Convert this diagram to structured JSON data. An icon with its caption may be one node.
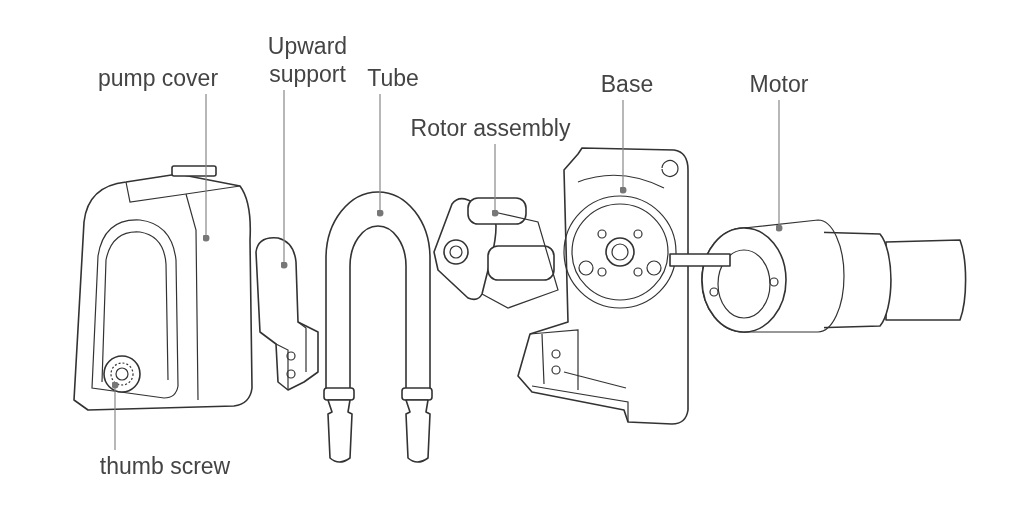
{
  "diagram": {
    "nodes": [
      {
        "text": [
          "pump cover"
        ]
      },
      {
        "text": [
          "Upward support"
        ]
      },
      {
        "text": [
          "Tube"
        ]
      },
      {
        "text": [
          "Rotor assembly"
        ]
      },
      {
        "text": [
          "Base"
        ]
      },
      {
        "text": [
          "Motor"
        ]
      },
      {
        "text": [
          "thumb screw"
        ]
      },
      {
        "text": [],
        "shape": "picture"
      },
      {
        "text": [],
        "shape": "picture"
      },
      {
        "text": [],
        "shape": "picture"
      },
      {
        "text": [],
        "shape": "picture"
      },
      {
        "text": [],
        "shape": "picture"
      },
      {
        "text": [],
        "shape": "picture"
      },
      {
        "text": [],
        "shape": "picture",
        "in": 7
      }
    ],
    "edges": [
      {
        "from": 0,
        "to": 7,
        "arrow": "other"
      },
      {
        "from": 1,
        "to": 8,
        "arrow": "other"
      },
      {
        "from": 2,
        "to": 9,
        "arrow": "other"
      },
      {
        "from": 3,
        "to": 10,
        "arrow": "other"
      },
      {
        "from": 4,
        "to": 11,
        "arrow": "other"
      },
      {
        "from": 5,
        "to": 12,
        "arrow": "other"
      },
      {
        "from": 6,
        "to": 13,
        "arrow": "other"
      }
    ]
  }
}
